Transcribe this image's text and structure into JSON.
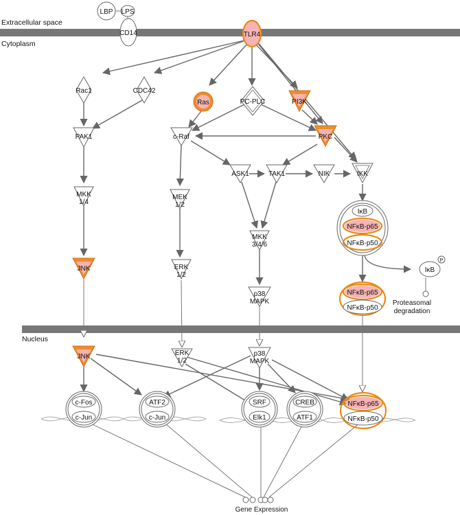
{
  "compartments": {
    "extracellular": "Extracellular space",
    "cytoplasm": "Cytoplasm",
    "nucleus": "Nucleus"
  },
  "nodes": {
    "lbp": "LBP",
    "lps": "LPS",
    "cd14": "CD14",
    "tlr4": "TLR4",
    "rac1": "Rac1",
    "cdc42": "CDC42",
    "ras": "Ras",
    "pcplc": "PC-PLC",
    "pi3k": "PI3K",
    "pak1": "PAK1",
    "craf": "c-Raf",
    "pkc": "PKC",
    "ask1": "ASK1",
    "tak1": "TAK1",
    "nik": "NIK",
    "ikk": "IKK",
    "mkk14": [
      "MKK",
      "1/4"
    ],
    "mek12": [
      "MEK",
      "1/2"
    ],
    "mkk346": [
      "MKK",
      "3/4/6"
    ],
    "ikb": "IκB",
    "nfkb_p65": "NFκB-p65",
    "nfkb_p50": "NFκB-p50",
    "jnk": "JNK",
    "erk12": [
      "ERK",
      "1/2"
    ],
    "p38": [
      "p38",
      "MAPK"
    ],
    "ikb_free": "IκB",
    "phospho": "P",
    "degradation": [
      "Proteasomal",
      "degradation"
    ],
    "cfos": "c-Fos",
    "cjun": "c-Jun",
    "atf2": "ATF2",
    "cjun2": "c-Jun",
    "srf": "SRF",
    "elk1": "Elk1",
    "creb": "CREB",
    "atf1": "ATF1",
    "gene_expression": "Gene Expression"
  },
  "colors": {
    "highlight_fill": "#f6b3b3",
    "highlight_stroke": "#e88a17",
    "membrane": "#777777"
  }
}
